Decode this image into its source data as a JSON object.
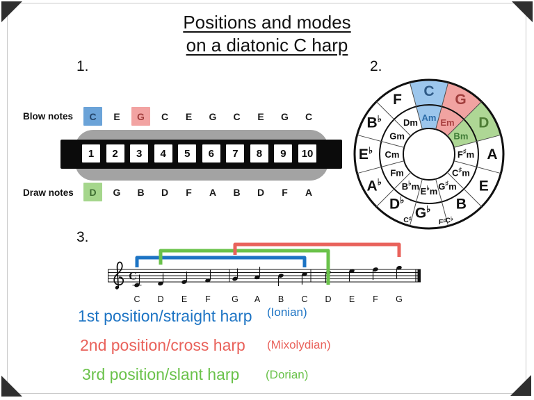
{
  "title": {
    "line1": "Positions and modes",
    "line2": "on a diatonic C harp"
  },
  "sections": {
    "one": "1.",
    "two": "2.",
    "three": "3."
  },
  "harmonica": {
    "blow_label": "Blow notes",
    "draw_label": "Draw notes",
    "blow_notes": [
      {
        "note": "C",
        "highlight": "blue"
      },
      {
        "note": "E",
        "highlight": null
      },
      {
        "note": "G",
        "highlight": "red"
      },
      {
        "note": "C",
        "highlight": null
      },
      {
        "note": "E",
        "highlight": null
      },
      {
        "note": "G",
        "highlight": null
      },
      {
        "note": "C",
        "highlight": null
      },
      {
        "note": "E",
        "highlight": null
      },
      {
        "note": "G",
        "highlight": null
      },
      {
        "note": "C",
        "highlight": null
      }
    ],
    "holes": [
      "1",
      "2",
      "3",
      "4",
      "5",
      "6",
      "7",
      "8",
      "9",
      "10"
    ],
    "draw_notes": [
      {
        "note": "D",
        "highlight": "green"
      },
      {
        "note": "G",
        "highlight": null
      },
      {
        "note": "B",
        "highlight": null
      },
      {
        "note": "D",
        "highlight": null
      },
      {
        "note": "F",
        "highlight": null
      },
      {
        "note": "A",
        "highlight": null
      },
      {
        "note": "B",
        "highlight": null
      },
      {
        "note": "D",
        "highlight": null
      },
      {
        "note": "F",
        "highlight": null
      },
      {
        "note": "A",
        "highlight": null
      }
    ]
  },
  "circle_of_fifths": {
    "majors": [
      {
        "label": "C",
        "highlight": "blue"
      },
      {
        "label": "G",
        "highlight": "red"
      },
      {
        "label": "D",
        "highlight": "green"
      },
      {
        "label": "A"
      },
      {
        "label": "E"
      },
      {
        "label": "B",
        "enharmonic": "C♭"
      },
      {
        "label": "G♭",
        "enharmonic": "F♯"
      },
      {
        "label": "D♭",
        "enharmonic": "C♯"
      },
      {
        "label": "A♭"
      },
      {
        "label": "E♭"
      },
      {
        "label": "B♭"
      },
      {
        "label": "F"
      }
    ],
    "minors": [
      {
        "label": "Am",
        "highlight": "blue"
      },
      {
        "label": "Em",
        "highlight": "red"
      },
      {
        "label": "Bm",
        "highlight": "green"
      },
      {
        "label": "F♯m"
      },
      {
        "label": "C♯m"
      },
      {
        "label": "G♯m"
      },
      {
        "label": "E♭m"
      },
      {
        "label": "B♭m"
      },
      {
        "label": "Fm"
      },
      {
        "label": "Cm"
      },
      {
        "label": "Gm"
      },
      {
        "label": "Dm"
      }
    ]
  },
  "staff": {
    "time_signature": "C",
    "note_letters": [
      "C",
      "D",
      "E",
      "F",
      "G",
      "A",
      "B",
      "C",
      "D",
      "E",
      "F",
      "G"
    ],
    "brackets": [
      {
        "color": "blue",
        "from_note": 0,
        "to_note": 7
      },
      {
        "color": "green",
        "from_note": 1,
        "to_note": 8
      },
      {
        "color": "red",
        "from_note": 4,
        "to_note": 11
      }
    ]
  },
  "legend": [
    {
      "text": "1st position/straight harp",
      "mode": "(Ionian)",
      "color": "blue"
    },
    {
      "text": "2nd position/cross harp",
      "mode": "(Mixolydian)",
      "color": "red"
    },
    {
      "text": "3rd position/slant harp",
      "mode": "(Dorian)",
      "color": "green"
    }
  ],
  "colors": {
    "blue": "#1d74c4",
    "red": "#e9625b",
    "green": "#6ac24a",
    "wedge_blue": "#9cc6ec",
    "wedge_red": "#f1a3a1",
    "wedge_green": "#aed795",
    "cell_blue": "#6ba3d8",
    "cell_red": "#f2a3a2",
    "cell_green": "#a5d68c",
    "cell_text_blue": "#24466b",
    "cell_text_red": "#a03d3c",
    "cell_text_green": "#3f6e33",
    "label_blue": "#2f5a86",
    "label_red": "#a03d3c",
    "label_green": "#4e7d35",
    "minor_blue": "#2d6ca8",
    "minor_red": "#a84040",
    "minor_green": "#3f7c36"
  }
}
